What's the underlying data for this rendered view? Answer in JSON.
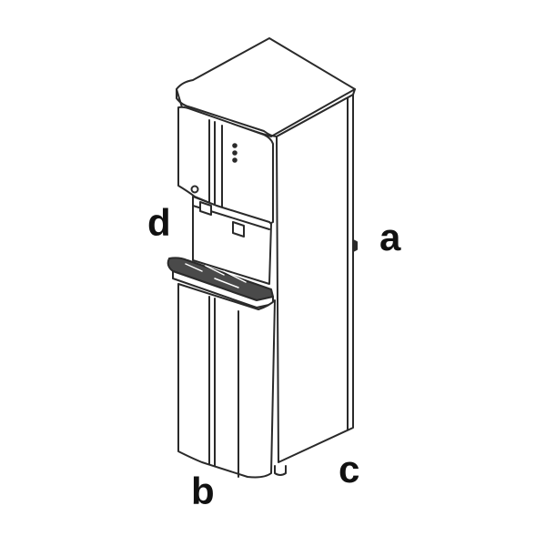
{
  "labels": {
    "a": "a",
    "b": "b",
    "c": "c",
    "d": "d"
  },
  "colors": {
    "outline": "#2a2a2a",
    "panel_fill": "#ffffff",
    "drip_tray_fill": "#4a4a4a",
    "label_text": "#111111"
  }
}
